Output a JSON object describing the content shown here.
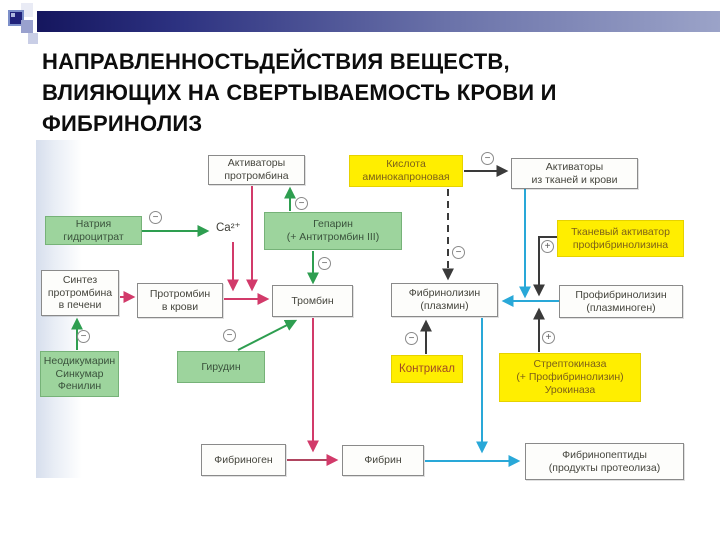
{
  "header": {
    "title": "НАПРАВЛЕННОСТЬДЕЙСТВИЯ ВЕЩЕСТВ,\nВЛИЯЮЩИХ НА СВЕРТЫВАЕМОСТЬ КРОВИ И\nФИБРИНОЛИЗ"
  },
  "diagram": {
    "nodes": {
      "activators_prothrombin": {
        "label": "Активаторы\nпротромбина"
      },
      "acid_aminocaproic": {
        "label": "Кислота\nаминокапроновая"
      },
      "activators_tissue_blood": {
        "label": "Активаторы\nиз тканей и крови"
      },
      "sodium_hydrocitrate": {
        "label": "Натрия\nгидроцитрат"
      },
      "heparin": {
        "label": "Гепарин\n(+ Антитромбин III)"
      },
      "tissue_activator": {
        "label": "Тканевый активатор\nпрофибринолизина"
      },
      "prothrombin_synthesis": {
        "label": "Синтез\nпротромбина\nв печени"
      },
      "prothrombin_blood": {
        "label": "Протромбин\nв крови"
      },
      "thrombin": {
        "label": "Тромбин"
      },
      "fibrinolysin": {
        "label": "Фибринолизин\n(плазмин)"
      },
      "profibrinolysin": {
        "label": "Профибринолизин\n(плазминоген)"
      },
      "neodicoumarin": {
        "label": "Неодикумарин\nСинкумар\nФенилин"
      },
      "hirudin": {
        "label": "Гирудин"
      },
      "contrical": {
        "label": "Контрикал"
      },
      "streptokinase": {
        "label": "Стрептокиназа\n(+ Профибринолизин)\nУрокиназа"
      },
      "fibrinogen": {
        "label": "Фибриноген"
      },
      "fibrin": {
        "label": "Фибрин"
      },
      "fibrinopeptides": {
        "label": "Фибринопептиды\n(продукты протеолиза)"
      }
    },
    "calcium_label": "Ca²⁺",
    "signs": {
      "minus": "−",
      "plus": "+"
    },
    "colors": {
      "yellow_box": "#ffee00",
      "green_box": "#9dd49d",
      "arrow_red": "#d23a6a",
      "arrow_green": "#2e9e50",
      "arrow_blue": "#29a8d8",
      "arrow_dark": "#3a3a3a",
      "header_bar_left": "#15165e",
      "header_bar_right": "#9ba3c8"
    }
  }
}
